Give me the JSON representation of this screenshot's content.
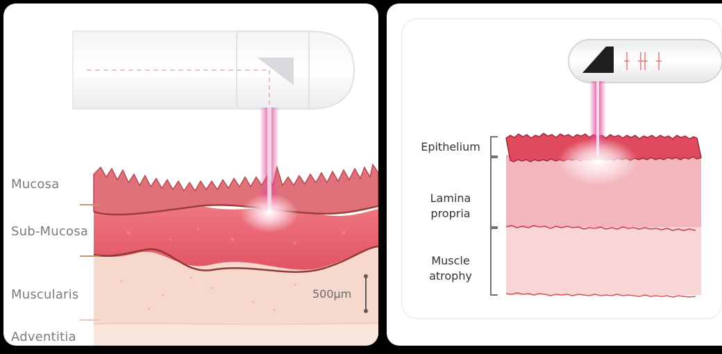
{
  "left_panel": {
    "layers": [
      {
        "label": "Mucosa",
        "color": "#e0707a"
      },
      {
        "label": "Sub-Mucosa",
        "color": "#e9606c"
      },
      {
        "label": "Muscularis",
        "color": "#f6d8cc"
      },
      {
        "label": "Adventitia",
        "color": "#fae6dc"
      }
    ],
    "scale_bar": "500μm",
    "laser_color": "#e0509a"
  },
  "right_panel": {
    "layers": [
      {
        "label": "Epithelium",
        "color": "#e04a5e"
      },
      {
        "label": "Lamina propria",
        "color": "#f3b6bc"
      },
      {
        "label": "Muscle atrophy",
        "color": "#f8d6d6"
      }
    ],
    "laser_color": "#e0509a"
  }
}
